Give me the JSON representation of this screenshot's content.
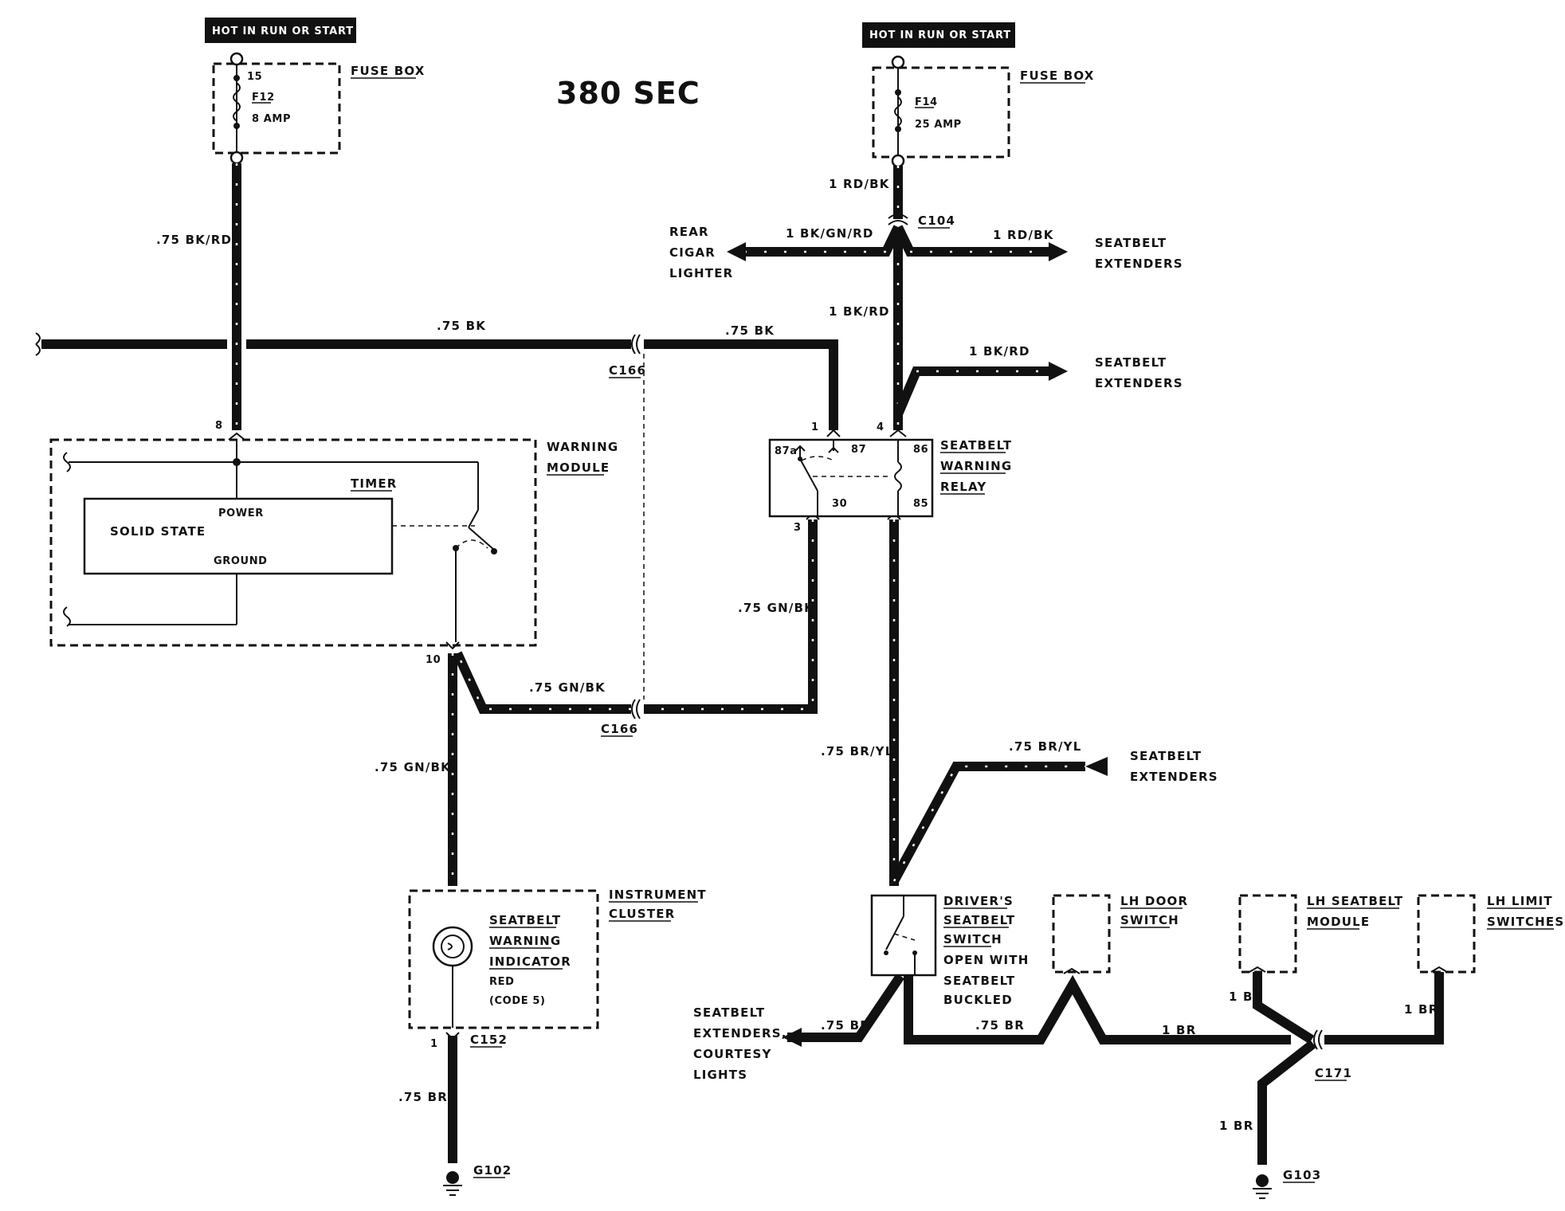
{
  "title": "380 SEC",
  "power": {
    "left_label": "HOT IN RUN OR START",
    "right_label": "HOT IN RUN OR START"
  },
  "fuse_left": {
    "box_label": "FUSE BOX",
    "terminal": "15",
    "fuse": "F12",
    "rating": "8 AMP"
  },
  "fuse_right": {
    "box_label": "FUSE BOX",
    "fuse": "F14",
    "rating": "25 AMP"
  },
  "wires": {
    "bk_rd_075": ".75 BK/RD",
    "bk_075_a": ".75 BK",
    "bk_075_b": ".75 BK",
    "gn_bk_075_a": ".75 GN/BK",
    "gn_bk_075_b": ".75 GN/BK",
    "gn_bk_075_c": ".75 GN/BK",
    "br_075_a": ".75 BR",
    "rd_bk_1_a": "1 RD/BK",
    "rd_bk_1_b": "1 RD/BK",
    "bk_gn_rd_1": "1 BK/GN/RD",
    "bk_rd_1_a": "1 BK/RD",
    "bk_rd_1_b": "1 BK/RD",
    "br_yl_075_a": ".75 BR/YL",
    "br_yl_075_b": ".75 BR/YL",
    "br_075_b": ".75 BR",
    "br_075_c": ".75 BR",
    "br_1_a": "1 BR",
    "br_1_b": "1 BR",
    "br_1_c": "1 BR",
    "br_1_d": "1 BR"
  },
  "connectors": {
    "c104": "C104",
    "c166_a": "C166",
    "c166_b": "C166",
    "c152": "C152",
    "c171": "C171",
    "g102": "G102",
    "g103": "G103"
  },
  "pins": {
    "wm_8": "8",
    "wm_10": "10",
    "relay_1": "1",
    "relay_4": "4",
    "relay_3": "3",
    "ic_1": "1",
    "r87a": "87a",
    "r87": "87",
    "r86": "86",
    "r30": "30",
    "r85": "85"
  },
  "warning_module": {
    "label_1": "WARNING",
    "label_2": "MODULE",
    "timer": "TIMER",
    "power": "POWER",
    "solid_state": "SOLID STATE",
    "ground": "GROUND"
  },
  "relay": {
    "label_1": "SEATBELT",
    "label_2": "WARNING",
    "label_3": "RELAY"
  },
  "destinations": {
    "rear_cigar_1": "REAR",
    "rear_cigar_2": "CIGAR",
    "rear_cigar_3": "LIGHTER",
    "ext_a_1": "SEATBELT",
    "ext_a_2": "EXTENDERS",
    "ext_b_1": "SEATBELT",
    "ext_b_2": "EXTENDERS",
    "ext_c_1": "SEATBELT",
    "ext_c_2": "EXTENDERS",
    "ext_d_1": "SEATBELT",
    "ext_d_2": "EXTENDERS,",
    "ext_d_3": "COURTESY",
    "ext_d_4": "LIGHTS"
  },
  "instrument_cluster": {
    "label_1": "INSTRUMENT",
    "label_2": "CLUSTER",
    "ind_1": "SEATBELT",
    "ind_2": "WARNING",
    "ind_3": "INDICATOR",
    "color": "RED",
    "code": "(CODE 5)"
  },
  "drivers_switch": {
    "l1": "DRIVER'S",
    "l2": "SEATBELT",
    "l3": "SWITCH",
    "l4": "OPEN WITH",
    "l5": "SEATBELT",
    "l6": "BUCKLED"
  },
  "lh_door": {
    "l1": "LH DOOR",
    "l2": "SWITCH"
  },
  "lh_seatbelt_module": {
    "l1": "LH SEATBELT",
    "l2": "MODULE"
  },
  "lh_limit": {
    "l1": "LH LIMIT",
    "l2": "SWITCHES"
  }
}
